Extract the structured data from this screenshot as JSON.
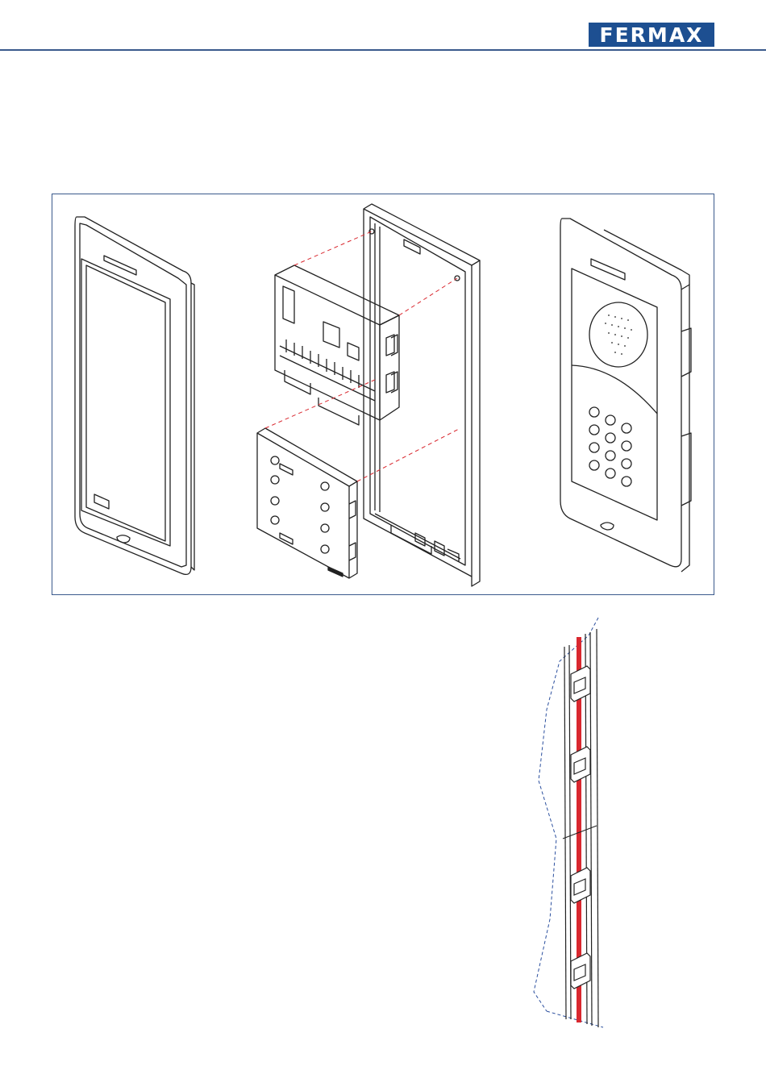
{
  "header": {
    "logo_text": "FERMAX",
    "brand_color": "#1d4f91",
    "rule_color": "#3a5a8c"
  },
  "figure": {
    "frame_color": "#3a5a8c",
    "guide_line_color": "#d9282f",
    "parts": [
      "front-frame",
      "audio-module",
      "keypad-module",
      "rear-box",
      "assembled-panel"
    ]
  },
  "detail": {
    "highlight_color": "#d9282f",
    "cut_line_color": "#2b4f9e"
  }
}
